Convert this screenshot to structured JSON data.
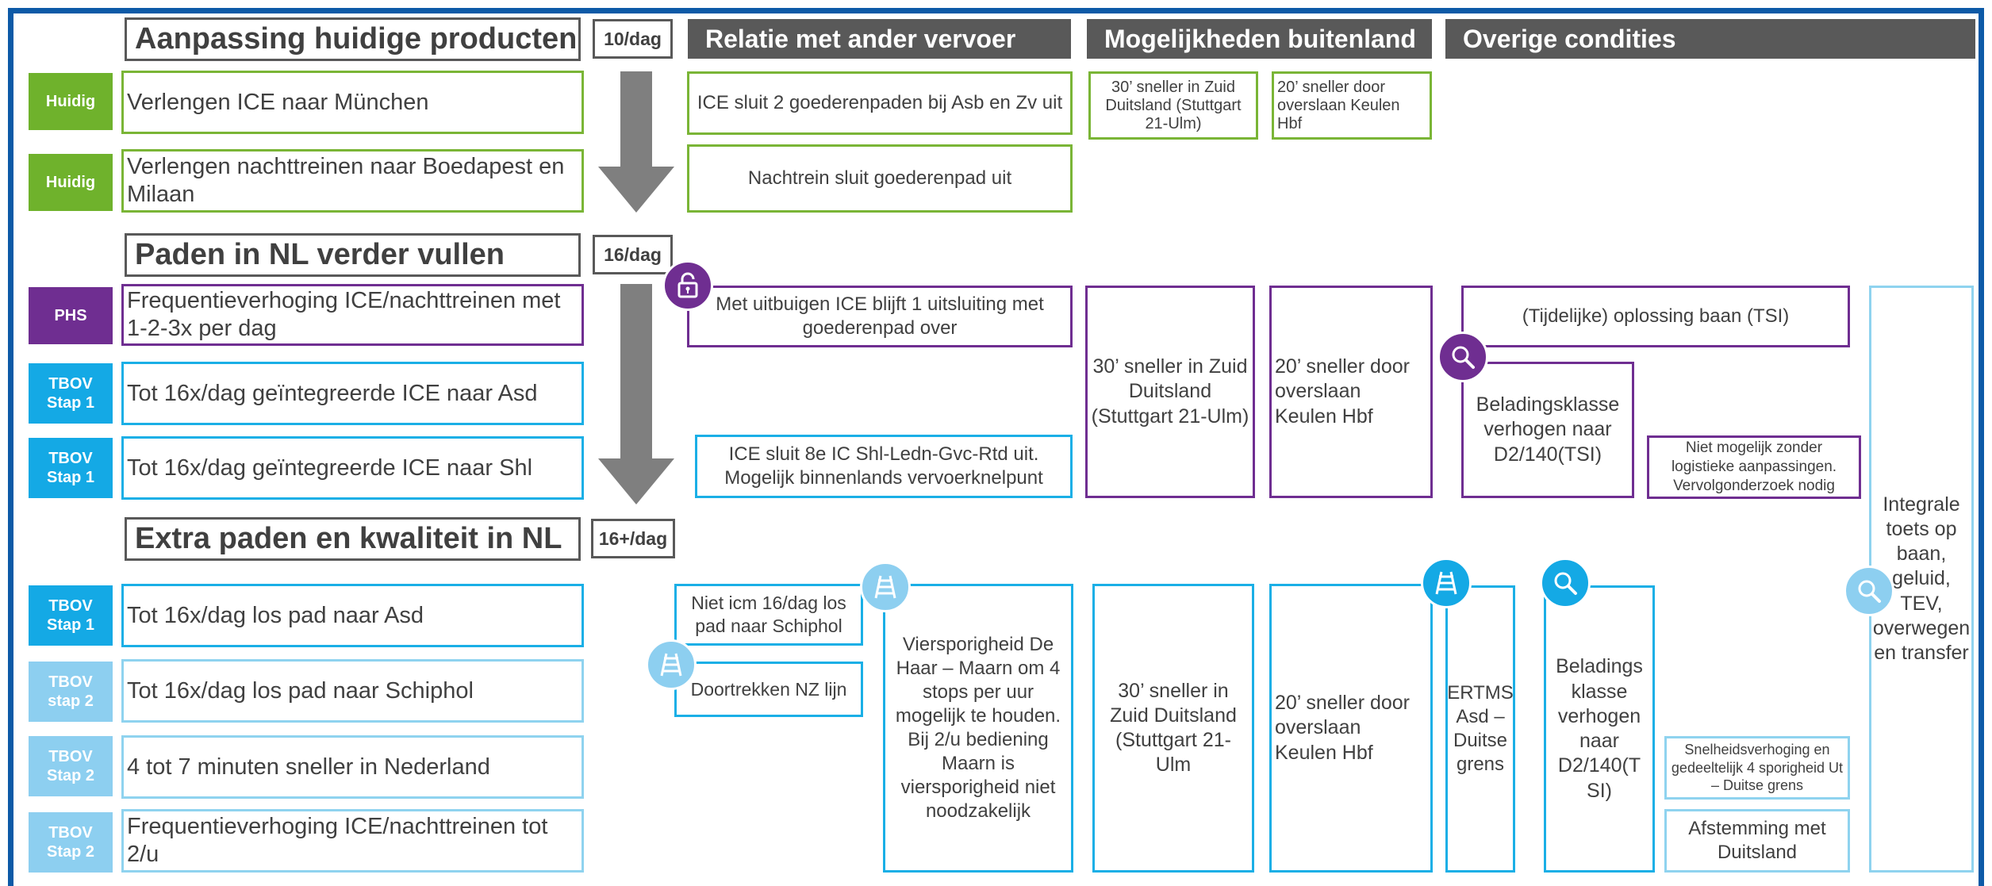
{
  "sections": {
    "aanpassing": {
      "title": "Aanpassing huidige producten",
      "rate": "10/dag"
    },
    "paden": {
      "title": "Paden in NL verder vullen",
      "rate": "16/dag"
    },
    "extra": {
      "title": "Extra paden en kwaliteit in NL",
      "rate": "16+/dag"
    }
  },
  "headers": {
    "relatie": "Relatie met ander vervoer",
    "mogelijkheden": "Mogelijkheden buitenland",
    "overige": "Overige condities"
  },
  "rows": [
    {
      "badge": [
        "Huidig"
      ],
      "text": "Verlengen ICE naar München"
    },
    {
      "badge": [
        "Huidig"
      ],
      "text": "Verlengen nachttreinen naar Boedapest en Milaan"
    },
    {
      "badge": [
        "PHS"
      ],
      "text": "Frequentieverhoging ICE/nachttreinen met 1-2-3x per dag"
    },
    {
      "badge": [
        "TBOV",
        "Stap 1"
      ],
      "text": "Tot 16x/dag geïntegreerde ICE naar Asd"
    },
    {
      "badge": [
        "TBOV",
        "Stap 1"
      ],
      "text": "Tot 16x/dag geïntegreerde ICE naar Shl"
    },
    {
      "badge": [
        "TBOV",
        "Stap 1"
      ],
      "text": "Tot 16x/dag los pad naar Asd"
    },
    {
      "badge": [
        "TBOV",
        "stap 2"
      ],
      "text": "Tot 16x/dag los pad naar Schiphol"
    },
    {
      "badge": [
        "TBOV",
        "Stap 2"
      ],
      "text": "4 tot 7 minuten sneller in Nederland"
    },
    {
      "badge": [
        "TBOV",
        "Stap 2"
      ],
      "text": "Frequentieverhoging ICE/nachttreinen tot 2/u"
    }
  ],
  "relatie": {
    "r1": "ICE sluit 2 goederenpaden bij Asb en Zv uit",
    "r2": "Nachtrein sluit goederenpad uit",
    "r3": "Met uitbuigen ICE blijft 1 uitsluiting met goederenpad over",
    "r4": "ICE sluit 8e IC Shl-Ledn-Gvc-Rtd uit. Mogelijk binnenlands vervoerknelpunt",
    "r5": "Niet icm 16/dag los pad naar Schiphol",
    "r6": "Doortrekken NZ lijn",
    "r7": "Viersporigheid De Haar – Maarn om 4 stops per uur mogelijk te houden. Bij 2/u bediening Maarn is viersporigheid niet noodzakelijk"
  },
  "buitenland": {
    "b1": "30’ sneller in Zuid Duitsland (Stuttgart 21-Ulm)",
    "b2": "20’ sneller door overslaan Keulen Hbf",
    "b3": "30’ sneller in Zuid Duitsland (Stuttgart 21-Ulm)",
    "b4": "20’ sneller door overslaan Keulen Hbf",
    "b5": "30’ sneller in Zuid Duitsland (Stuttgart 21-Ulm",
    "b6": "20’ sneller door overslaan Keulen Hbf"
  },
  "overige": {
    "o1": "(Tijdelijke) oplossing baan (TSI)",
    "o2": "Beladingsklasse verhogen naar D2/140(TSI)",
    "o3": "Niet mogelijk zonder logistieke aanpassingen. Vervolgonderzoek nodig",
    "o4": "Integrale toets op baan, geluid, TEV, overwegen en transfer",
    "o5": "ERTMS Asd – Duitse grens",
    "o6": "Beladings klasse verhogen naar D2/140(T SI)",
    "o7": "Snelheidsverhoging en gedeeltelijk 4 sporigheid Ut – Duitse grens",
    "o8": "Afstemming met Duitsland"
  },
  "colors": {
    "green": "#6fb22c",
    "purple": "#6f2e91",
    "blue": "#14a9e5",
    "light_blue": "#8dcff0",
    "dark_gray": "#595959",
    "frame_blue": "#0d5aa7"
  },
  "icons": [
    "unlock-icon",
    "search-icon",
    "railway-track-icon"
  ]
}
